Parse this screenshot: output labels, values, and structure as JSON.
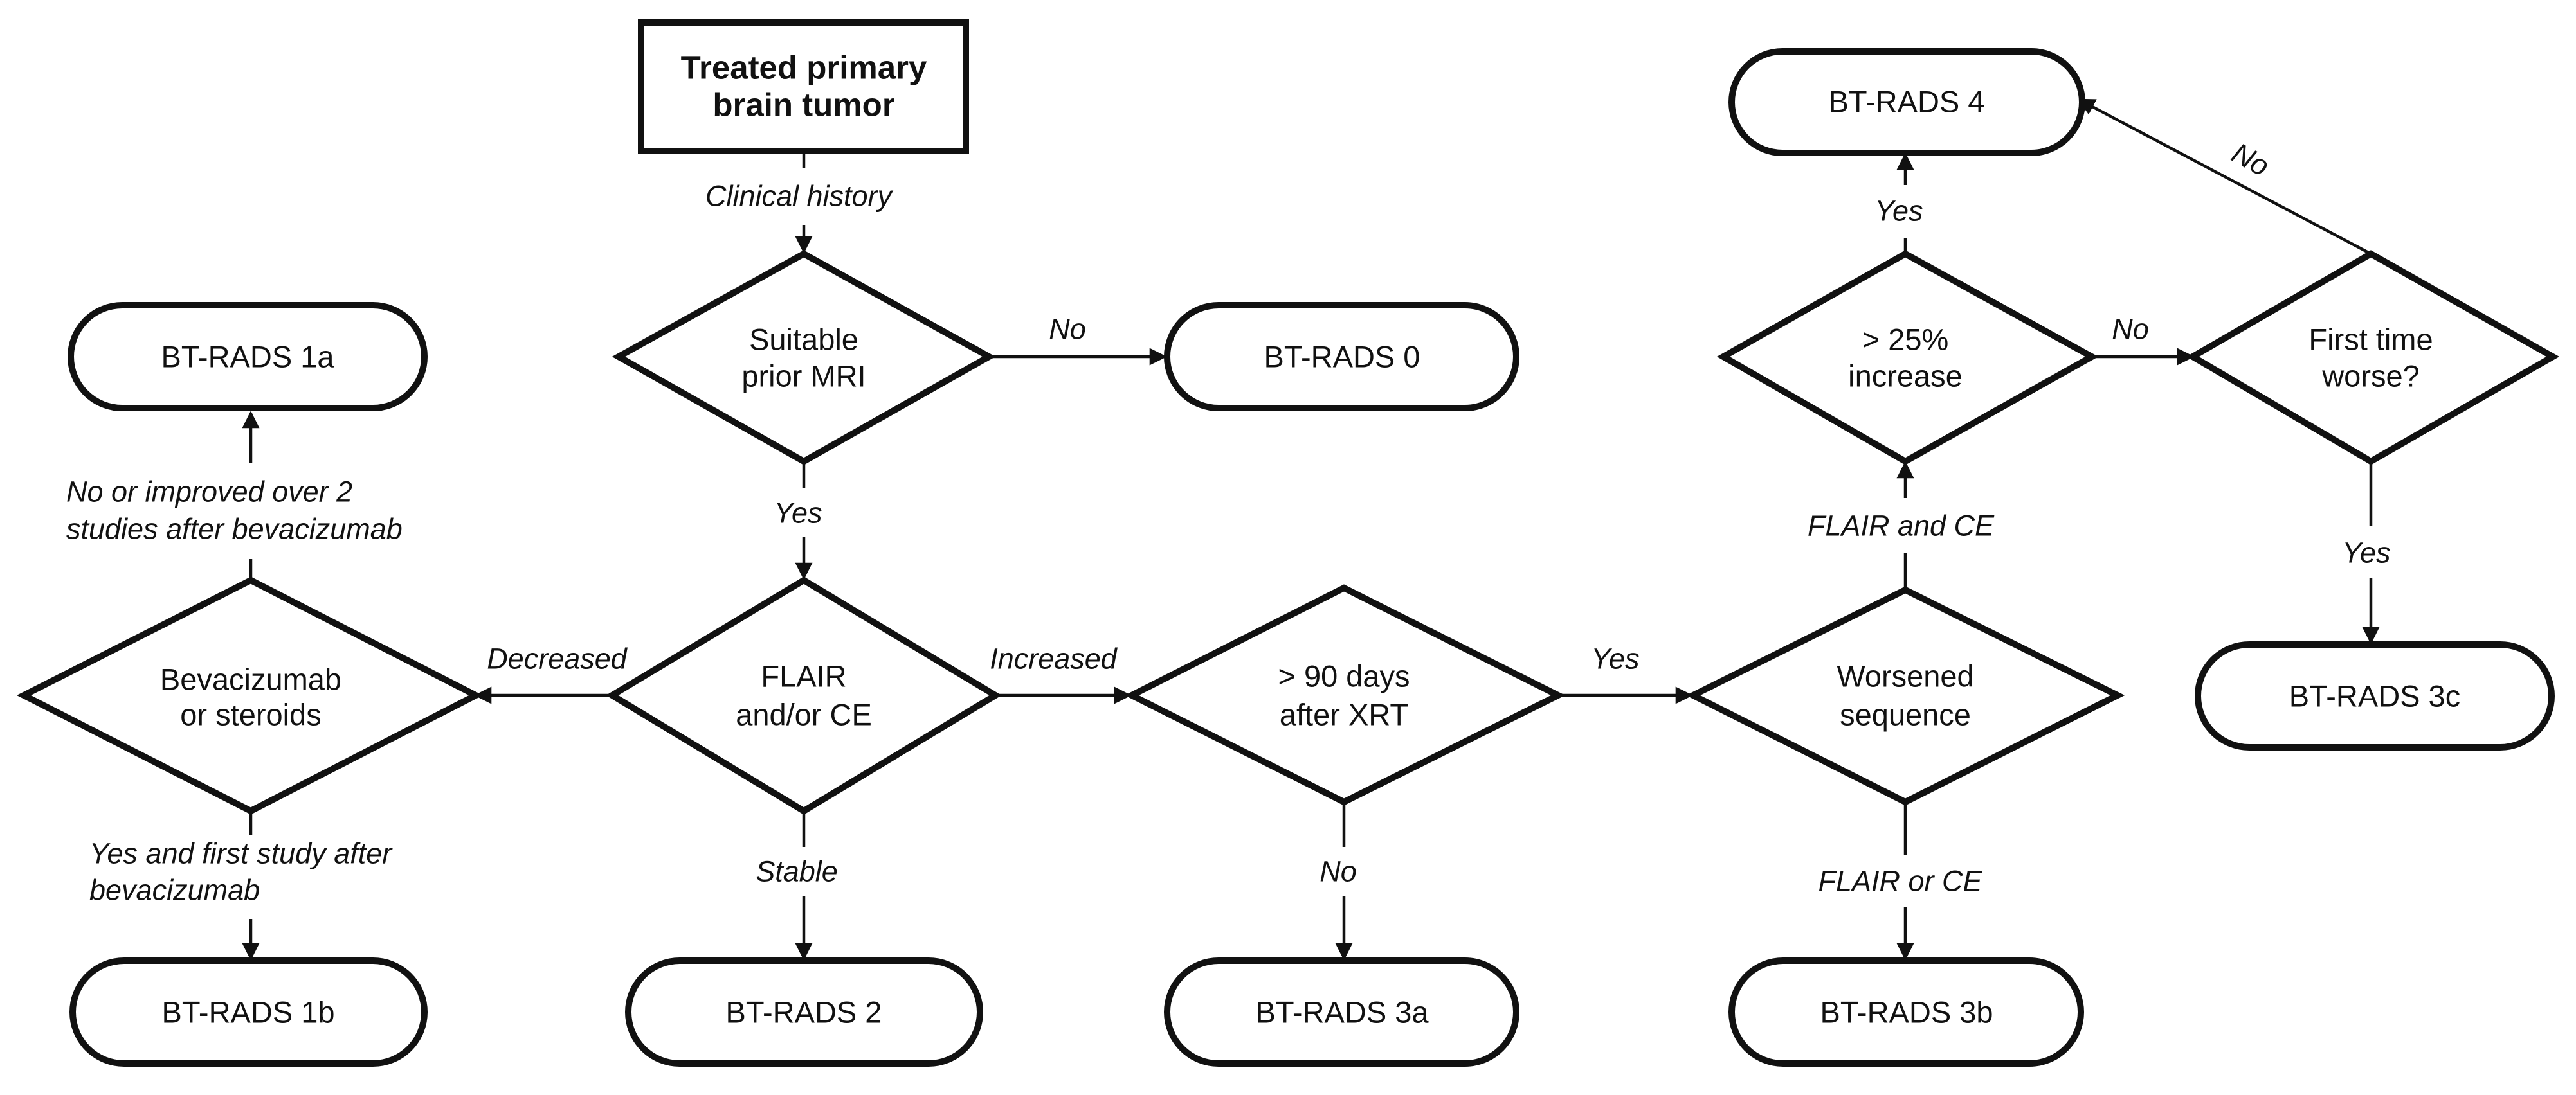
{
  "nodes": {
    "start": [
      "Treated primary",
      "brain tumor"
    ],
    "suitable_mri": [
      "Suitable",
      "prior MRI"
    ],
    "flair_ce": [
      "FLAIR",
      "and/or CE"
    ],
    "bevacizumab": [
      "Bevacizumab",
      "or steroids"
    ],
    "days_xrt": [
      "> 90 days",
      "after XRT"
    ],
    "worsened": [
      "Worsened",
      "sequence"
    ],
    "increase25": [
      "> 25%",
      "increase"
    ],
    "first_time": [
      "First time",
      "worse?"
    ],
    "btrads_0": "BT-RADS 0",
    "btrads_1a": "BT-RADS 1a",
    "btrads_1b": "BT-RADS 1b",
    "btrads_2": "BT-RADS 2",
    "btrads_3a": "BT-RADS 3a",
    "btrads_3b": "BT-RADS 3b",
    "btrads_3c": "BT-RADS 3c",
    "btrads_4": "BT-RADS 4"
  },
  "edges": {
    "clinical_history": "Clinical history",
    "suitable_no": "No",
    "suitable_yes": "Yes",
    "decreased": "Decreased",
    "increased": "Increased",
    "stable": "Stable",
    "bev_improved": [
      "No or improved over 2",
      "studies after bevacizumab"
    ],
    "bev_first": [
      "Yes and first study after",
      "bevacizumab"
    ],
    "xrt_yes": "Yes",
    "xrt_no": "No",
    "flair_and_ce": "FLAIR and CE",
    "flair_or_ce": "FLAIR or CE",
    "increase_yes": "Yes",
    "increase_no": "No",
    "first_yes": "Yes",
    "first_no": "No"
  }
}
